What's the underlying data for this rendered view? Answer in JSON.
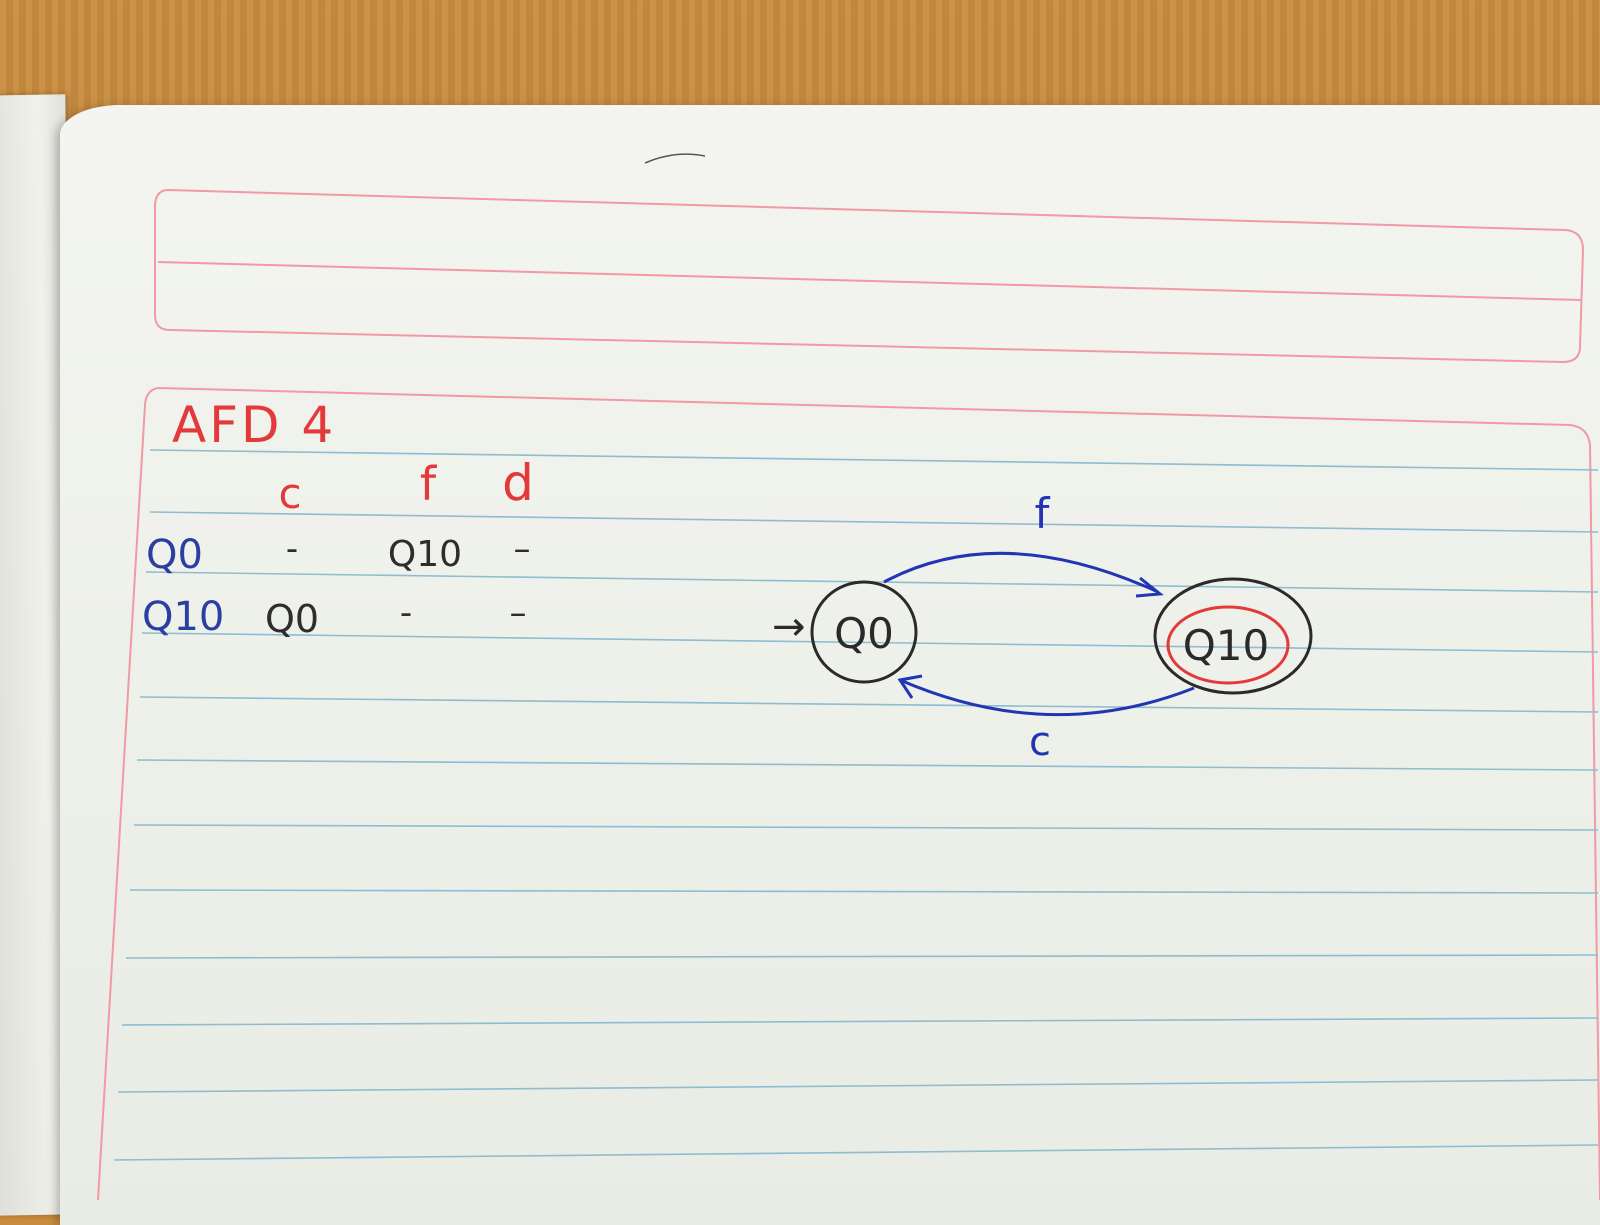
{
  "heading": "AFD 4",
  "table": {
    "columns": [
      "c",
      "f",
      "d"
    ],
    "rows": [
      {
        "state": "Q0",
        "cells": [
          "-",
          "Q10",
          "–"
        ]
      },
      {
        "state": "Q10",
        "cells": [
          "Q0",
          "-",
          "–"
        ]
      }
    ]
  },
  "diagram": {
    "states": [
      {
        "id": "q0",
        "label": "Q0",
        "initial": true,
        "final": false
      },
      {
        "id": "q10",
        "label": "Q10",
        "initial": false,
        "final": true
      }
    ],
    "transitions": [
      {
        "from": "q0",
        "to": "q10",
        "label": "f"
      },
      {
        "from": "q10",
        "to": "q0",
        "label": "c"
      }
    ],
    "initial_arrow": "→"
  },
  "colors": {
    "heading": "#e4393b",
    "table_header": "#e4393b",
    "table_state": "#2b3fa3",
    "table_cell": "#2d2d2d",
    "state_outline": "#2a2a2a",
    "final_inner": "#e4393b",
    "transition": "#2235b3",
    "red_rule": "#f19aa5",
    "blue_rule": "#8fbcd0"
  }
}
